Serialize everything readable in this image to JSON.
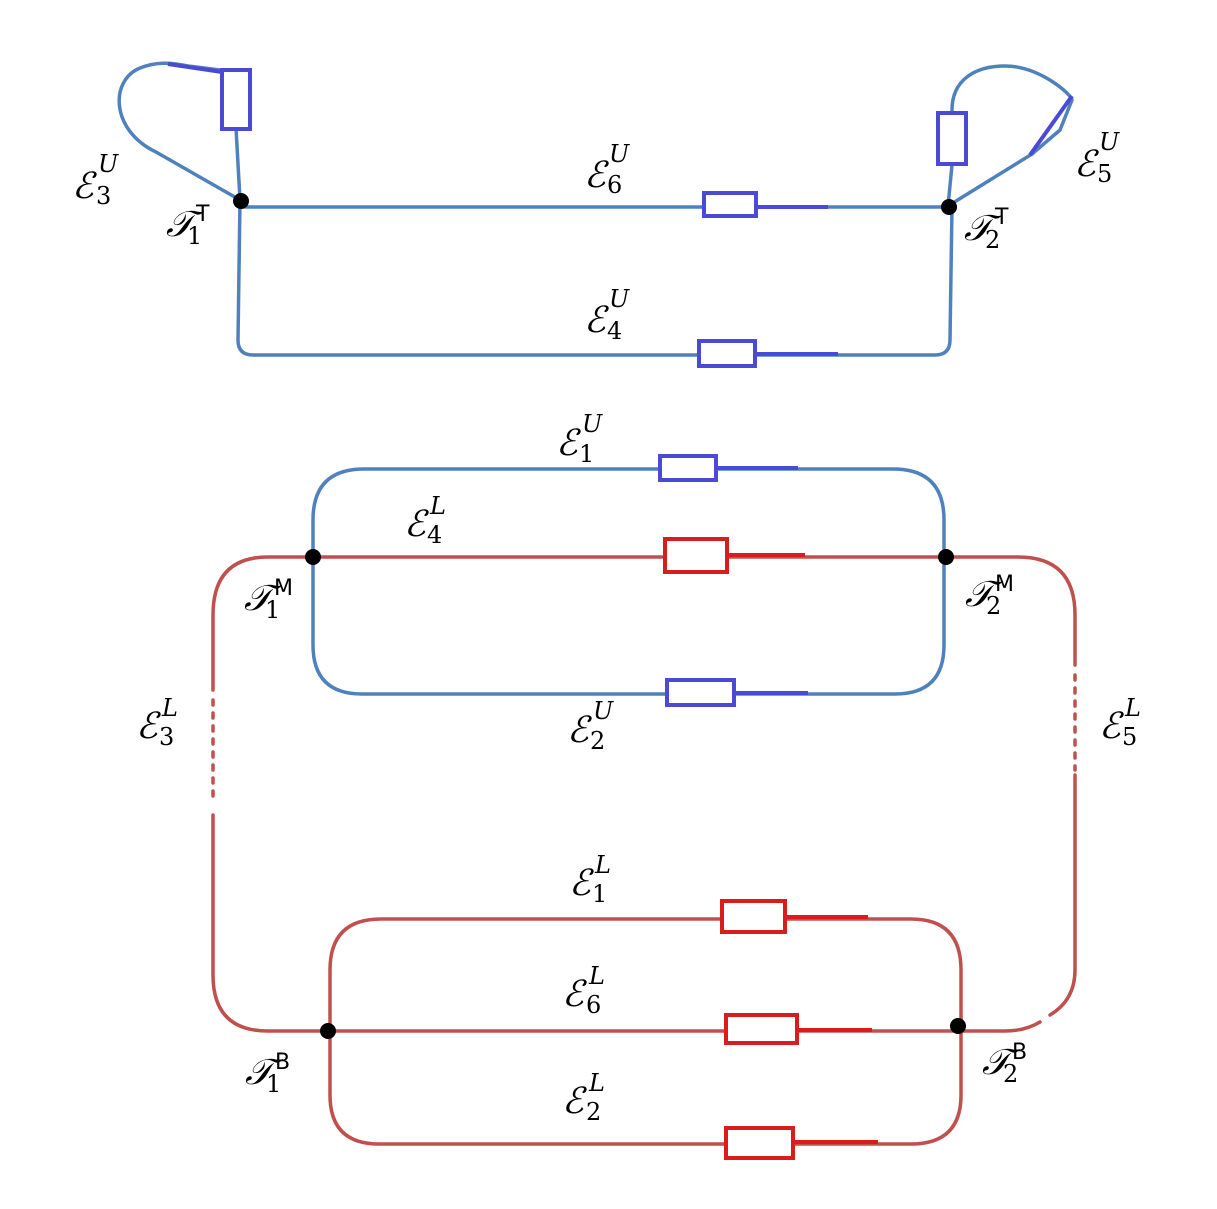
{
  "colors": {
    "upper": "#4f81bd",
    "upper_component": "#4a4ad4",
    "lower": "#c0504d",
    "lower_component": "#d91c1c",
    "node": "#000000"
  },
  "labels": {
    "E3U": {
      "base": "ℰ",
      "sub": "3",
      "sup": "U"
    },
    "E6U": {
      "base": "ℰ",
      "sub": "6",
      "sup": "U"
    },
    "E5U": {
      "base": "ℰ",
      "sub": "5",
      "sup": "U"
    },
    "E4U": {
      "base": "ℰ",
      "sub": "4",
      "sup": "U"
    },
    "E1U": {
      "base": "ℰ",
      "sub": "1",
      "sup": "U"
    },
    "E2U": {
      "base": "ℰ",
      "sub": "2",
      "sup": "U"
    },
    "E4L": {
      "base": "ℰ",
      "sub": "4",
      "sup": "L"
    },
    "E3L": {
      "base": "ℰ",
      "sub": "3",
      "sup": "L"
    },
    "E5L": {
      "base": "ℰ",
      "sub": "5",
      "sup": "L"
    },
    "E1L": {
      "base": "ℰ",
      "sub": "1",
      "sup": "L"
    },
    "E6L": {
      "base": "ℰ",
      "sub": "6",
      "sup": "L"
    },
    "E2L": {
      "base": "ℰ",
      "sub": "2",
      "sup": "L"
    },
    "T1T": {
      "base": "𝒯",
      "sub": "1",
      "sup": "T"
    },
    "T2T": {
      "base": "𝒯",
      "sub": "2",
      "sup": "T"
    },
    "T1M": {
      "base": "𝒯",
      "sub": "1",
      "sup": "M"
    },
    "T2M": {
      "base": "𝒯",
      "sub": "2",
      "sup": "M"
    },
    "T1B": {
      "base": "𝒯",
      "sub": "1",
      "sup": "B"
    },
    "T2B": {
      "base": "𝒯",
      "sub": "2",
      "sup": "B"
    }
  }
}
